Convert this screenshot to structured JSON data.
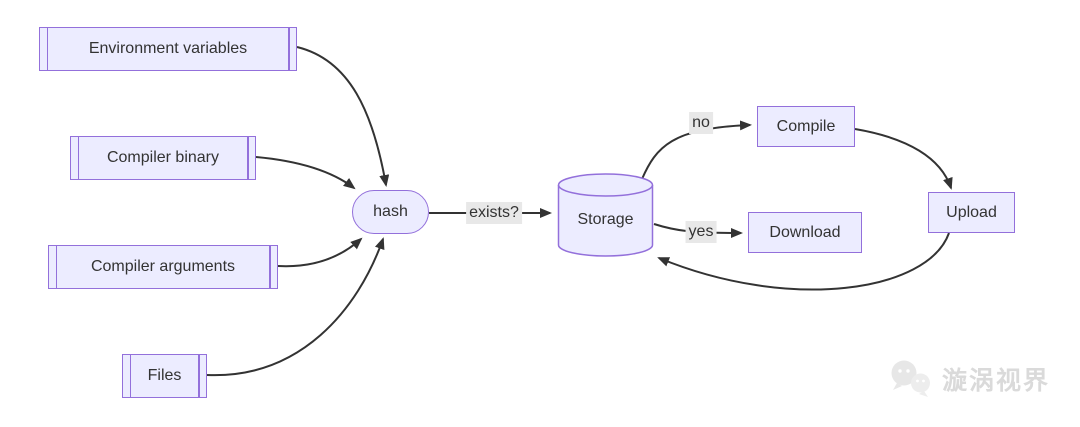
{
  "diagram": {
    "title": "compiler cache flowchart",
    "nodes": {
      "env": {
        "label": "Environment variables",
        "shape": "subroutine"
      },
      "binary": {
        "label": "Compiler binary",
        "shape": "subroutine"
      },
      "args": {
        "label": "Compiler arguments",
        "shape": "subroutine"
      },
      "files": {
        "label": "Files",
        "shape": "subroutine"
      },
      "hash": {
        "label": "hash",
        "shape": "stadium"
      },
      "storage": {
        "label": "Storage",
        "shape": "cylinder"
      },
      "compile": {
        "label": "Compile",
        "shape": "rect"
      },
      "download": {
        "label": "Download",
        "shape": "rect"
      },
      "upload": {
        "label": "Upload",
        "shape": "rect"
      }
    },
    "edges": [
      {
        "from": "env",
        "to": "hash",
        "label": ""
      },
      {
        "from": "binary",
        "to": "hash",
        "label": ""
      },
      {
        "from": "args",
        "to": "hash",
        "label": ""
      },
      {
        "from": "files",
        "to": "hash",
        "label": ""
      },
      {
        "from": "hash",
        "to": "storage",
        "label": "exists?"
      },
      {
        "from": "storage",
        "to": "compile",
        "label": "no"
      },
      {
        "from": "storage",
        "to": "download",
        "label": "yes"
      },
      {
        "from": "compile",
        "to": "upload",
        "label": ""
      },
      {
        "from": "upload",
        "to": "storage",
        "label": ""
      }
    ],
    "colors": {
      "node_fill": "#ECECFF",
      "node_border": "#9370DB",
      "edge_stroke": "#333333",
      "edge_label_bg": "#e8e8e8",
      "text": "#333333"
    }
  },
  "watermark": {
    "icon": "wechat-bubbles-icon",
    "text": "漩涡视界",
    "color": "#dadada"
  }
}
